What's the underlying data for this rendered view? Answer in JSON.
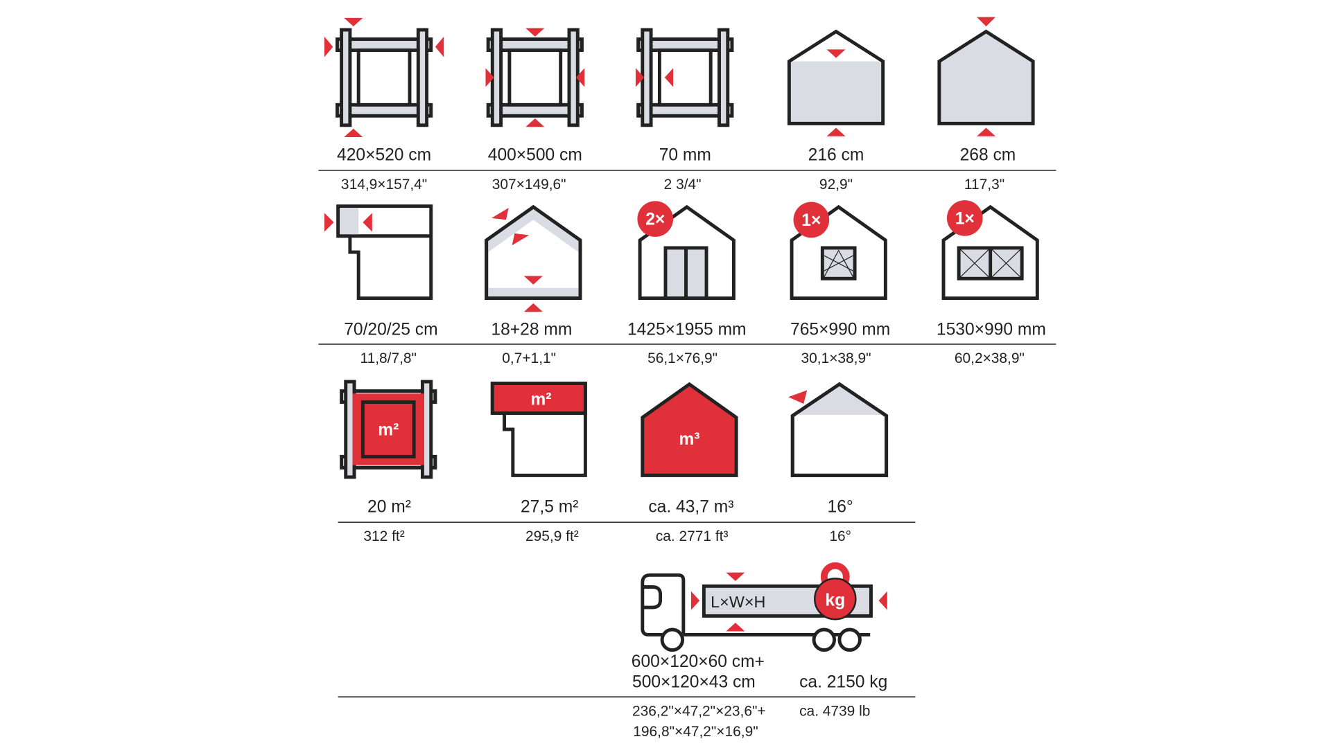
{
  "colors": {
    "accent": "#e0313a",
    "fill": "#d9dce3",
    "line": "#222222"
  },
  "rows": [
    [
      {
        "icon": "outer-dimensions-icon",
        "metric": "420×520 cm",
        "imperial": "314,9×157,4\""
      },
      {
        "icon": "floor-dimensions-icon",
        "metric": "400×500 cm",
        "imperial": "307×149,6\""
      },
      {
        "icon": "wall-thickness-icon",
        "metric": "70 mm",
        "imperial": "2  3/4\""
      },
      {
        "icon": "side-wall-height-icon",
        "metric": "216 cm",
        "imperial": "92,9\""
      },
      {
        "icon": "ridge-height-icon",
        "metric": "268 cm",
        "imperial": "117,3\""
      }
    ],
    [
      {
        "icon": "roof-overhang-icon",
        "metric": "70/20/25 cm",
        "imperial": "11,8/7,8\""
      },
      {
        "icon": "roof-floor-thickness-icon",
        "metric": "18+28 mm",
        "imperial": "0,7+1,1\""
      },
      {
        "icon": "door-icon",
        "badge": "2×",
        "metric": "1425×1955 mm",
        "imperial": "56,1×76,9\""
      },
      {
        "icon": "window-icon",
        "badge": "1×",
        "metric": "765×990 mm",
        "imperial": "30,1×38,9\""
      },
      {
        "icon": "double-window-icon",
        "badge": "1×",
        "metric": "1530×990 mm",
        "imperial": "60,2×38,9\""
      }
    ],
    [
      {
        "icon": "floor-area-icon",
        "label": "m²",
        "metric": "20 m²",
        "imperial": "312 ft²"
      },
      {
        "icon": "roof-area-icon",
        "label": "m²",
        "metric": "27,5 m²",
        "imperial": "295,9 ft²"
      },
      {
        "icon": "volume-icon",
        "label": "m³",
        "metric": "ca. 43,7 m³",
        "imperial": "ca. 2771 ft³"
      },
      {
        "icon": "roof-pitch-icon",
        "metric": "16°",
        "imperial": "16°"
      }
    ]
  ],
  "transport": {
    "box_label": "L×W×H",
    "weight_label": "kg",
    "metric_line1": "600×120×60 cm+",
    "metric_line2": "500×120×43 cm",
    "imperial_line1": "236,2\"×47,2\"×23,6\"+",
    "imperial_line2": "196,8\"×47,2\"×16,9\"",
    "weight_metric": "ca. 2150 kg",
    "weight_imperial": "ca. 4739 lb"
  }
}
